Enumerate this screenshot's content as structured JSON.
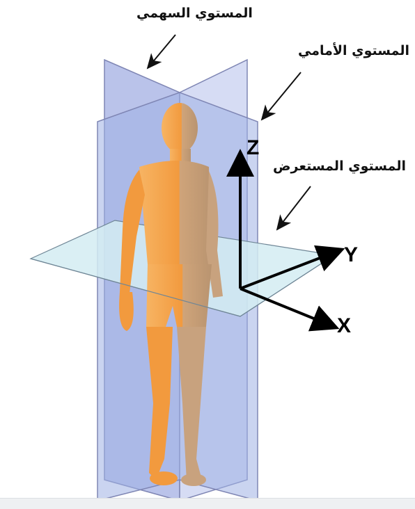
{
  "labels": {
    "sagittal_plane": "المستوي السهمي",
    "frontal_plane": "المستوي الأمامي",
    "transverse_plane": "المستوي المستعرض"
  },
  "axes": {
    "z": "Z",
    "y": "Y",
    "x": "X"
  },
  "colors": {
    "plane_fill": "#b8c4ec",
    "plane_edge": "#7f86b4",
    "transverse_fill": "#cfe7ef",
    "body_light": "#f4a654",
    "body_shade": "#c89c6c",
    "axis": "#000000"
  }
}
